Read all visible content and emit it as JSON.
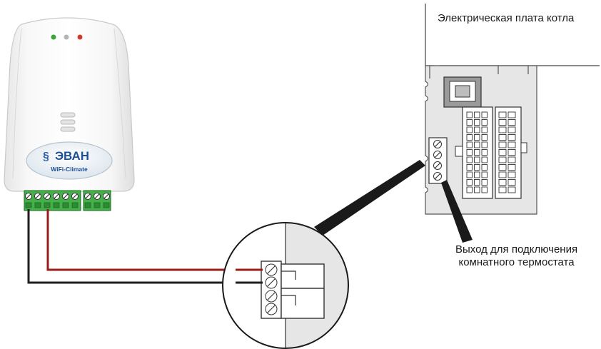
{
  "device": {
    "brand": "ЭВАН",
    "model": "WiFi-Climate",
    "leds": [
      "#3aa63a",
      "#b5b5b5",
      "#d23a2a"
    ]
  },
  "board": {
    "title": "Электрическая плата котла"
  },
  "output": {
    "label_line1": "Выход для подключения",
    "label_line2": "комнатного термостата"
  },
  "wires": {
    "colors": [
      "#9b1c1c",
      "#1f1f1f"
    ]
  }
}
